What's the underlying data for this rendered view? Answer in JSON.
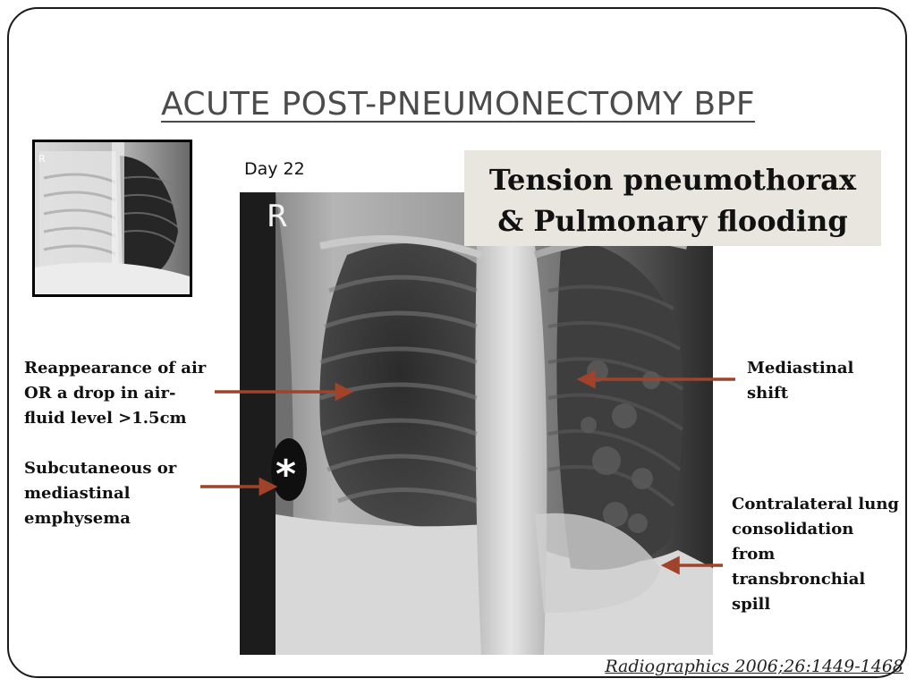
{
  "slide": {
    "title": "ACUTE POST-PNEUMONECTOMY BPF",
    "day_label": "Day 22",
    "callout": {
      "line1": "Tension pneumothorax",
      "line2": "& Pulmonary flooding"
    },
    "annotations": {
      "air_fluid": [
        "Reappearance of air",
        "OR a drop in air-",
        "fluid level >1.5cm"
      ],
      "emphysema": [
        "Subcutaneous or",
        "mediastinal",
        "emphysema"
      ],
      "mediastinal_shift": [
        "Mediastinal",
        "shift"
      ],
      "consolidation": [
        "Contralateral lung",
        "consolidation",
        "from",
        "transbronchial",
        "spill"
      ]
    },
    "xray_marker": "R",
    "thumb_marker": "R",
    "asterisk": "*",
    "citation": "Radiographics 2006;26:1449-1468",
    "arrow_color": "#a0432a"
  }
}
